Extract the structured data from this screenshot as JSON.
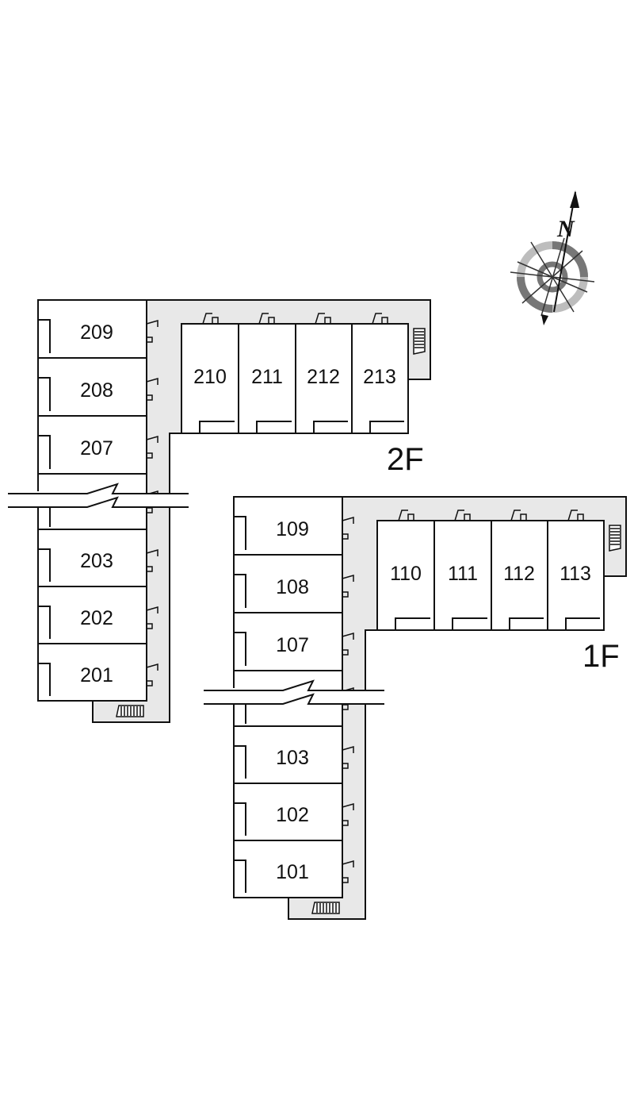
{
  "floors": [
    {
      "id": "2F",
      "label": "2F",
      "west_rooms": [
        "209",
        "208",
        "207",
        "",
        "203",
        "202",
        "201"
      ],
      "north_rooms": [
        "210",
        "211",
        "212",
        "213"
      ]
    },
    {
      "id": "1F",
      "label": "1F",
      "west_rooms": [
        "109",
        "108",
        "107",
        "",
        "103",
        "102",
        "101"
      ],
      "north_rooms": [
        "110",
        "111",
        "112",
        "113"
      ]
    }
  ],
  "compass": {
    "label": "N"
  },
  "colors": {
    "corridor": "#e8e8e8",
    "line": "#111111",
    "compass_dark": "#777777",
    "compass_light": "#bdbdbd"
  }
}
